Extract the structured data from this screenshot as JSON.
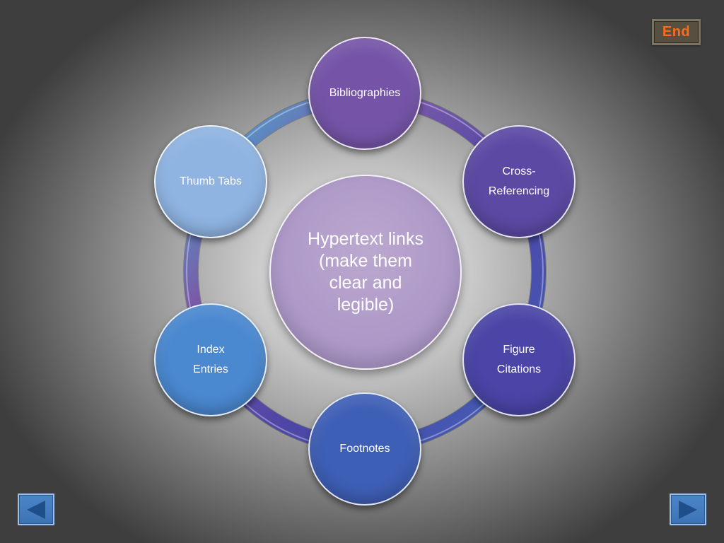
{
  "center": {
    "text": "Hypertext links\n(make them\nclear and\nlegible)",
    "color": "#ac97c6"
  },
  "nodes": [
    {
      "label": "Bibliographies",
      "color": "#7554a8"
    },
    {
      "label": "Cross-\nReferencing",
      "color": "#5c49a4"
    },
    {
      "label": "Figure\nCitations",
      "color": "#4a45a6"
    },
    {
      "label": "Footnotes",
      "color": "#3e5fb6"
    },
    {
      "label": "Index\nEntries",
      "color": "#4a88d0"
    },
    {
      "label": "Thumb Tabs",
      "color": "#8fb4e2"
    }
  ],
  "navigation": {
    "end_label": "End",
    "end_color": "#ff6a1a",
    "prev_icon": "triangle-left-icon",
    "next_icon": "triangle-right-icon"
  }
}
